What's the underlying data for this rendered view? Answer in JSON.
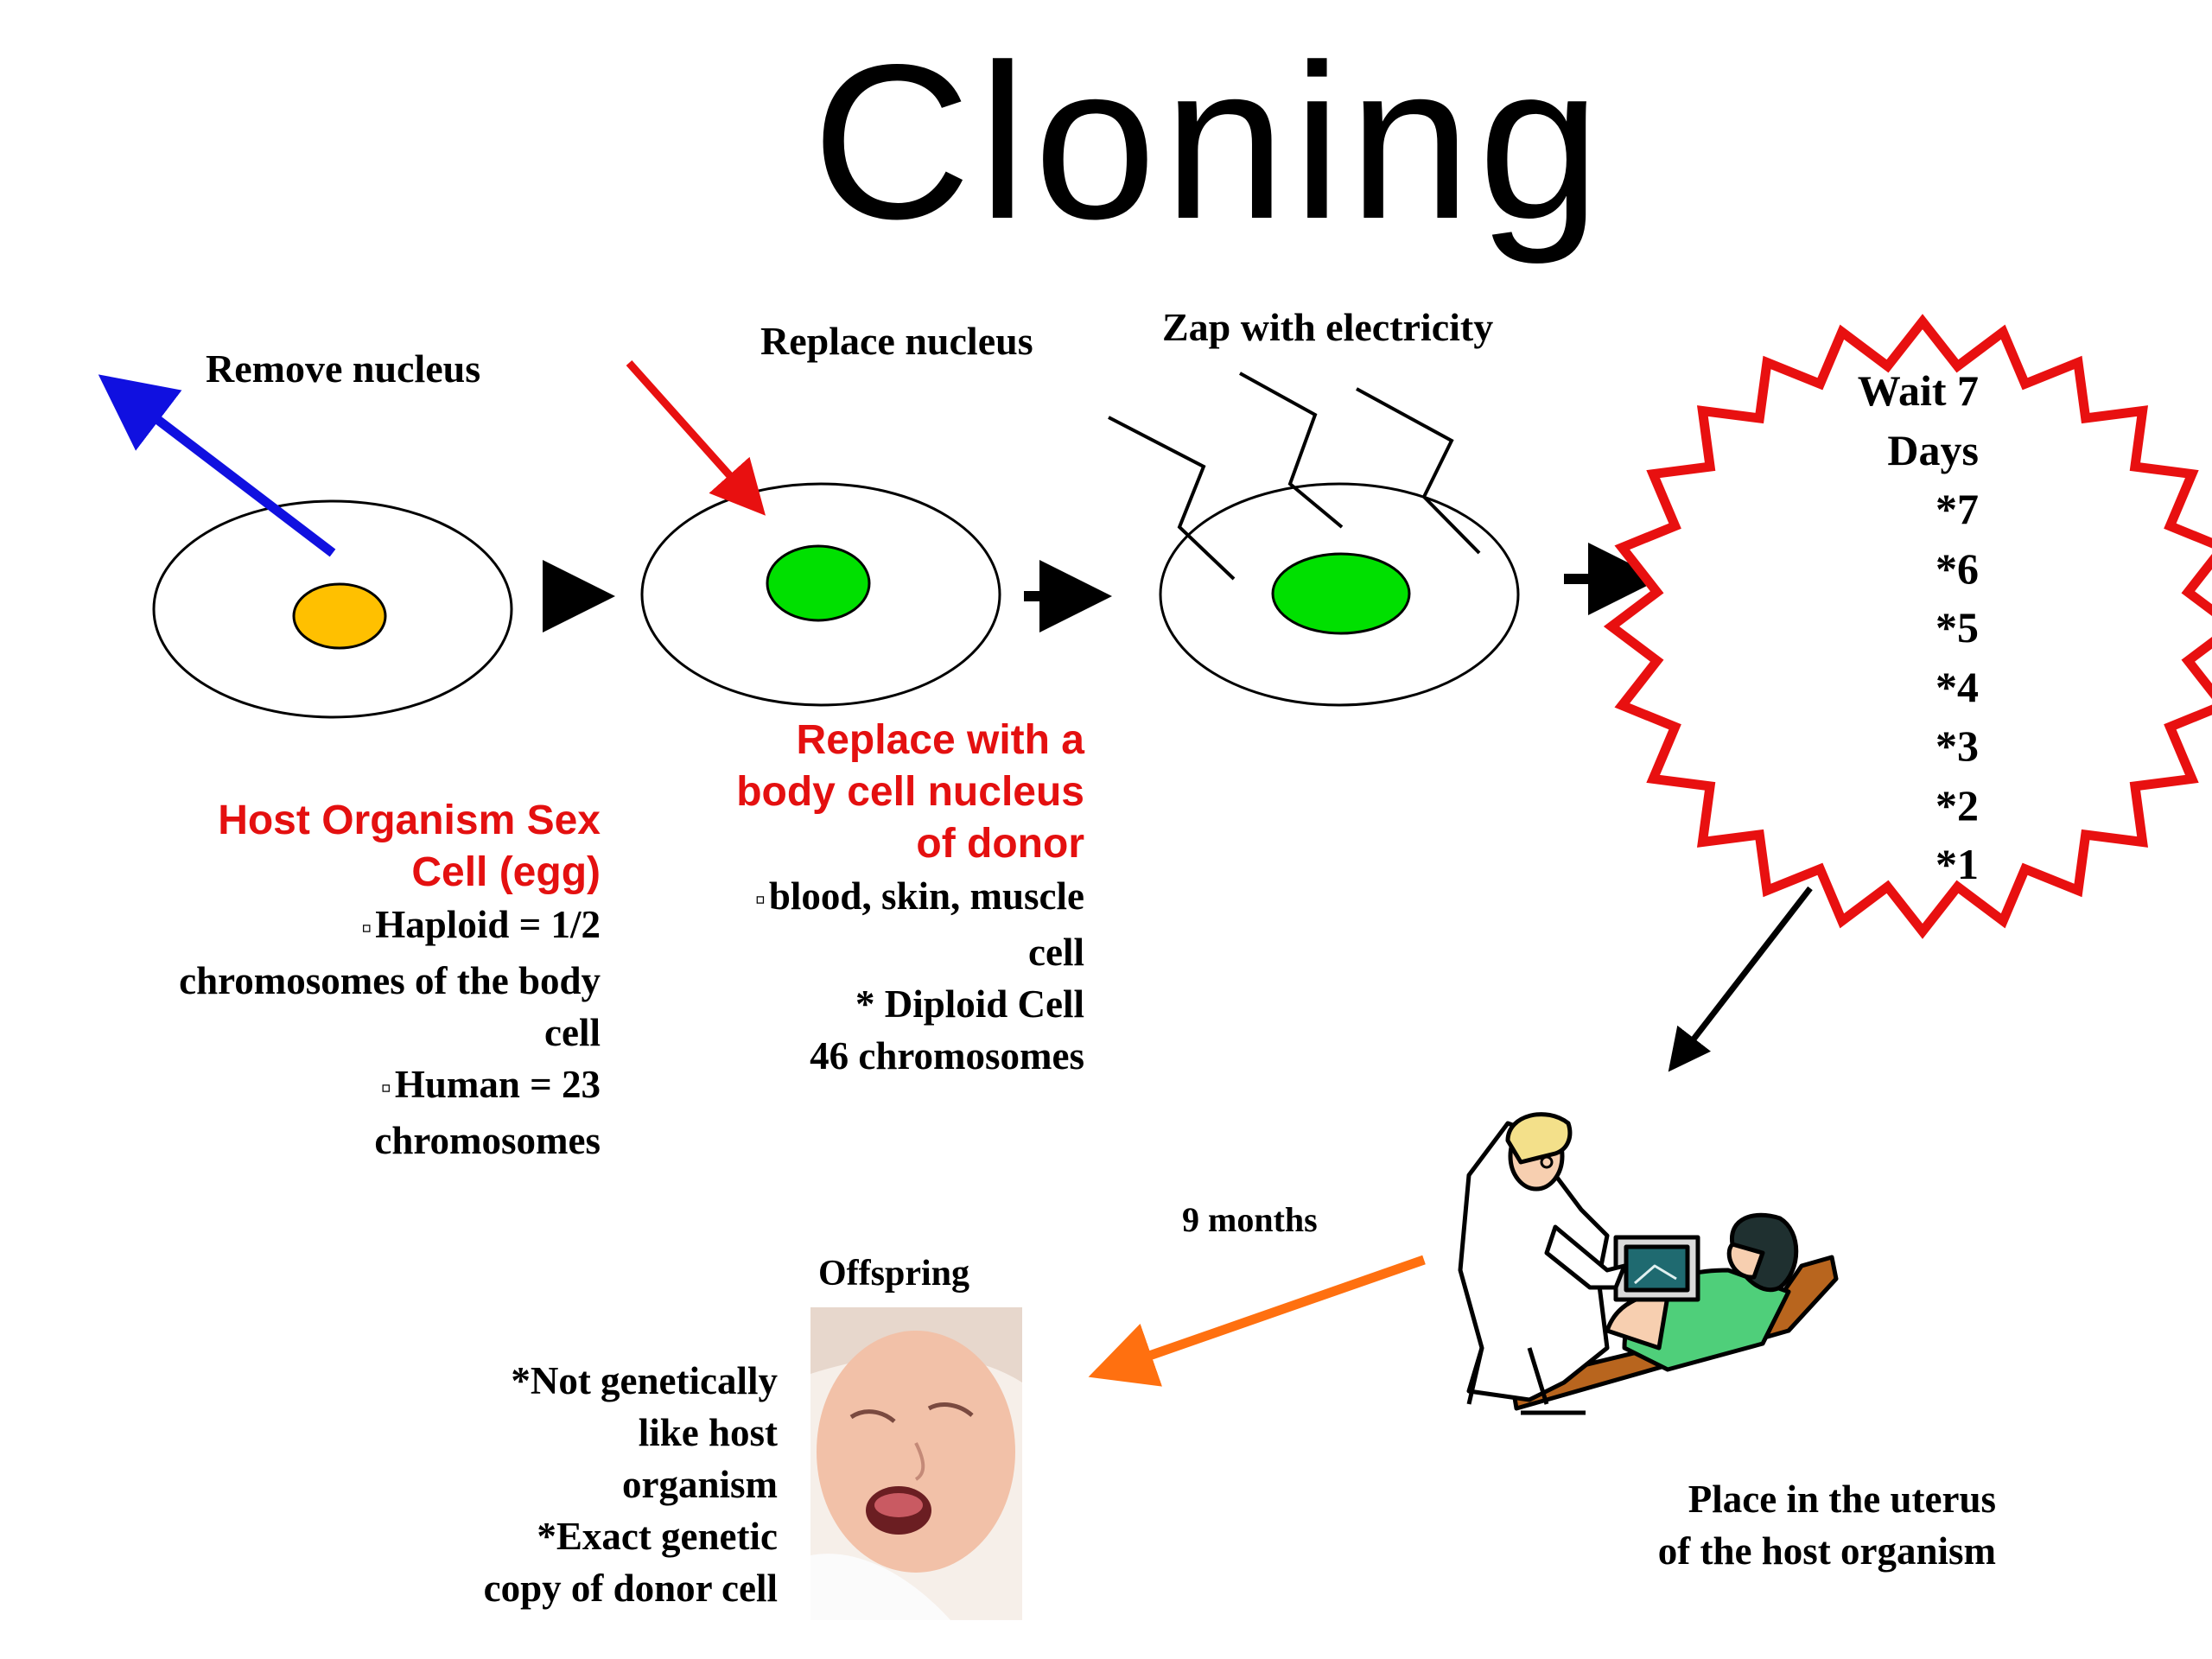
{
  "title": "Cloning",
  "steps": {
    "remove_nucleus": "Remove nucleus",
    "replace_nucleus": "Replace nucleus",
    "zap": "Zap with electricity"
  },
  "host_cell": {
    "heading": [
      "Host  Organism Sex",
      "Cell (egg)"
    ],
    "details": [
      {
        "bullet": true,
        "text": "Haploid = 1/2"
      },
      {
        "bullet": false,
        "text": "chromosomes of the body"
      },
      {
        "bullet": false,
        "text": "cell"
      },
      {
        "bullet": true,
        "text": "Human = 23"
      },
      {
        "bullet": false,
        "text": "chromosomes"
      }
    ]
  },
  "donor_cell": {
    "heading": [
      "Replace with a",
      "body cell nucleus",
      "of donor"
    ],
    "details": [
      {
        "bullet": true,
        "text": "blood, skin, muscle"
      },
      {
        "bullet": false,
        "text": "cell"
      },
      {
        "bullet": false,
        "text": "* Diploid Cell"
      },
      {
        "bullet": false,
        "text": "46 chromosomes"
      }
    ]
  },
  "wait": {
    "lines": [
      "Wait 7",
      "Days",
      "*7",
      "*6",
      "*5",
      "*4",
      "*3",
      "*2",
      "*1"
    ]
  },
  "uterus_caption": [
    "Place in the uterus",
    "of the host organism"
  ],
  "gestation_label": "9 months",
  "offspring": {
    "label": "Offspring",
    "notes": [
      "*Not genetically",
      "like host",
      "organism",
      "*Exact genetic",
      "copy of donor cell"
    ]
  },
  "icons": {
    "bullet": "clapperboard-bullet-icon",
    "ultrasound_clipart": "ultrasound-exam-icon",
    "baby_photo": "crying-baby-icon"
  },
  "colors": {
    "remove_arrow": "#1010e0",
    "replace_arrow": "#e81010",
    "egg_nucleus": "#ffc000",
    "donor_nucleus": "#00e000",
    "burst_outline": "#e81010",
    "offspring_arrow": "#ff7010",
    "heading_red": "#e41010"
  }
}
